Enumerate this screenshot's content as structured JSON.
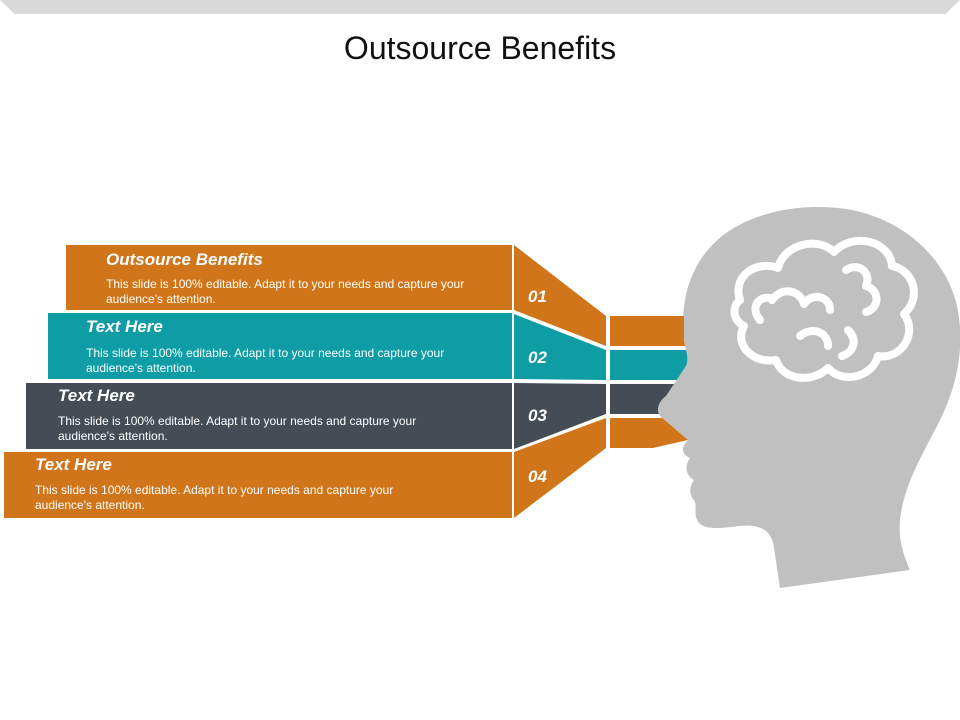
{
  "title": "Outsource Benefits",
  "colors": {
    "orange": "#D07519",
    "teal": "#0E9DA4",
    "slate": "#444C55",
    "head": "#C0C0C0"
  },
  "steps": [
    {
      "number": "01",
      "heading": "Outsource Benefits",
      "description": "This slide is 100% editable. Adapt it to your needs and capture your audience's attention.",
      "color": "#D07519"
    },
    {
      "number": "02",
      "heading": "Text Here",
      "description": "This slide is 100% editable. Adapt it to your needs and capture your audience's attention.",
      "color": "#0E9DA4"
    },
    {
      "number": "03",
      "heading": "Text Here",
      "description": "This slide is 100% editable. Adapt it to your needs and capture your audience's attention.",
      "color": "#444C55"
    },
    {
      "number": "04",
      "heading": "Text Here",
      "description": "This slide is 100% editable. Adapt it to your needs and capture your audience's attention.",
      "color": "#D07519"
    }
  ],
  "icons": {
    "head": "human-head-profile-icon",
    "brain": "brain-icon"
  }
}
